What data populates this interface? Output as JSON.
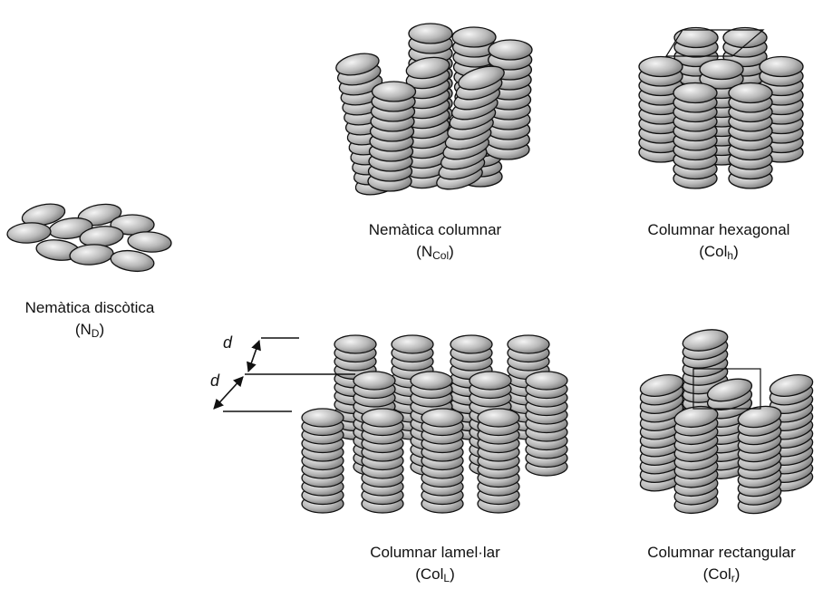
{
  "phases": {
    "nd": {
      "name": "Nemàtica discòtica",
      "symbol": "N",
      "sub": "D"
    },
    "ncol": {
      "name": "Nemàtica columnar",
      "symbol": "N",
      "sub": "Col"
    },
    "colh": {
      "name": "Columnar hexagonal",
      "symbol": "Col",
      "sub": "h"
    },
    "coll": {
      "name": "Columnar lamel·lar",
      "symbol": "Col",
      "sub": "L"
    },
    "colr": {
      "name": "Columnar rectangular",
      "symbol": "Col",
      "sub": "r"
    }
  },
  "spacing_labels": [
    "d",
    "d"
  ],
  "colors": {
    "disc_light": "#f4f4f4",
    "disc_mid": "#b9b9b9",
    "disc_dark": "#6f6f6f",
    "outline": "#111111"
  }
}
